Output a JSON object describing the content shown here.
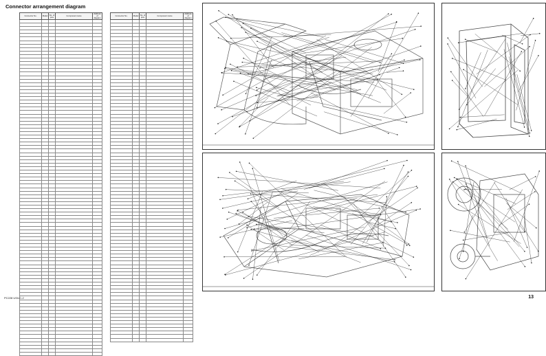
{
  "page": {
    "title": "Connector arrangement diagram",
    "corner_title": [
      "Connector arrangement diagram",
      "PC228US-2, PC228USLC-2"
    ],
    "footer_left": "PC228 US/LC-2",
    "footer_right": "13"
  },
  "table_headers": [
    "Connector No.",
    "Model",
    "No. of pins",
    "Component name",
    "Address of diagram"
  ]
}
